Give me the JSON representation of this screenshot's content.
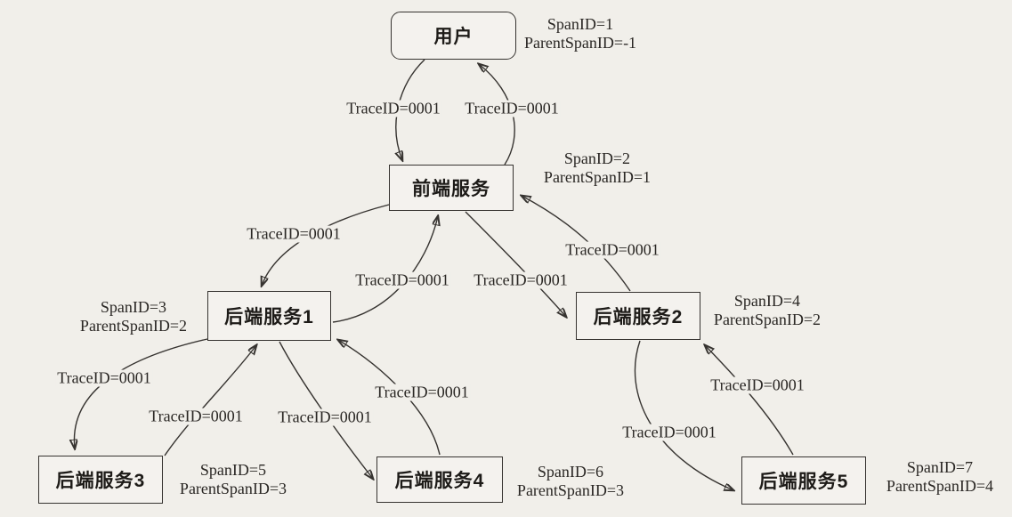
{
  "nodes": [
    {
      "id": "user",
      "label": "用户",
      "span_id": "SpanID=1",
      "parent_span_id": "ParentSpanID=-1"
    },
    {
      "id": "frontend",
      "label": "前端服务",
      "span_id": "SpanID=2",
      "parent_span_id": "ParentSpanID=1"
    },
    {
      "id": "backend1",
      "label": "后端服务1",
      "span_id": "SpanID=3",
      "parent_span_id": "ParentSpanID=2"
    },
    {
      "id": "backend2",
      "label": "后端服务2",
      "span_id": "SpanID=4",
      "parent_span_id": "ParentSpanID=2"
    },
    {
      "id": "backend3",
      "label": "后端服务3",
      "span_id": "SpanID=5",
      "parent_span_id": "ParentSpanID=3"
    },
    {
      "id": "backend4",
      "label": "后端服务4",
      "span_id": "SpanID=6",
      "parent_span_id": "ParentSpanID=3"
    },
    {
      "id": "backend5",
      "label": "后端服务5",
      "span_id": "SpanID=7",
      "parent_span_id": "ParentSpanID=4"
    }
  ],
  "edges": [
    {
      "id": "user-to-frontend",
      "from": "user",
      "to": "frontend",
      "label": "TraceID=0001"
    },
    {
      "id": "frontend-to-user",
      "from": "frontend",
      "to": "user",
      "label": "TraceID=0001"
    },
    {
      "id": "frontend-to-backend1",
      "from": "frontend",
      "to": "backend1",
      "label": "TraceID=0001"
    },
    {
      "id": "backend1-to-frontend",
      "from": "backend1",
      "to": "frontend",
      "label": "TraceID=0001"
    },
    {
      "id": "frontend-to-backend2",
      "from": "frontend",
      "to": "backend2",
      "label": "TraceID=0001"
    },
    {
      "id": "backend2-to-frontend",
      "from": "backend2",
      "to": "frontend",
      "label": "TraceID=0001"
    },
    {
      "id": "backend1-to-backend3",
      "from": "backend1",
      "to": "backend3",
      "label": "TraceID=0001"
    },
    {
      "id": "backend3-to-backend1",
      "from": "backend3",
      "to": "backend1",
      "label": "TraceID=0001"
    },
    {
      "id": "backend1-to-backend4",
      "from": "backend1",
      "to": "backend4",
      "label": "TraceID=0001"
    },
    {
      "id": "backend4-to-backend1",
      "from": "backend4",
      "to": "backend1",
      "label": "TraceID=0001"
    },
    {
      "id": "backend2-to-backend5",
      "from": "backend2",
      "to": "backend5",
      "label": "TraceID=0001"
    },
    {
      "id": "backend5-to-backend2",
      "from": "backend5",
      "to": "backend2",
      "label": "TraceID=0001"
    }
  ]
}
